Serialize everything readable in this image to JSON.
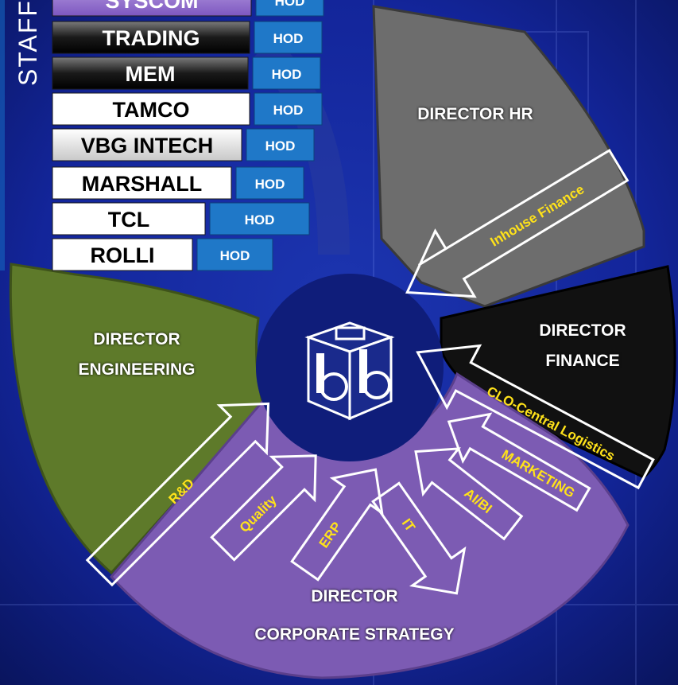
{
  "staff_label": "STAFF",
  "business_units": [
    {
      "name": "SYSCOM",
      "tag": "HOD"
    },
    {
      "name": "TRADING",
      "tag": "HOD"
    },
    {
      "name": "MEM",
      "tag": "HOD"
    },
    {
      "name": "TAMCO",
      "tag": "HOD"
    },
    {
      "name": "VBG INTECH",
      "tag": "HOD"
    },
    {
      "name": "MARSHALL",
      "tag": "HOD"
    },
    {
      "name": "TCL",
      "tag": "HOD"
    },
    {
      "name": "ROLLI",
      "tag": "HOD"
    }
  ],
  "directors": {
    "hr": "DIRECTOR HR",
    "finance_line1": "DIRECTOR",
    "finance_line2": "FINANCE",
    "engineering_line1": "DIRECTOR",
    "engineering_line2": "ENGINEERING",
    "strategy_line1": "DIRECTOR",
    "strategy_line2": "CORPORATE STRATEGY"
  },
  "functions": {
    "inhouse_finance": "Inhouse Finance",
    "clo": "CLO-Central Logistics",
    "marketing": "MARKETING",
    "ai_bi": "AI/BI",
    "it": "IT",
    "erp": "ERP",
    "quality": "Quality",
    "rnd": "R&D"
  },
  "colors": {
    "background": "#0c1a6e",
    "hr_segment": "#6d6d6d",
    "finance_segment": "#111111",
    "engineering_segment": "#5e7a2a",
    "strategy_segment": "#7c5bb3",
    "hod_box": "#1f78c8",
    "function_text": "#ffe21a"
  },
  "icons": {
    "center_logo": "cube-logo-icon"
  }
}
